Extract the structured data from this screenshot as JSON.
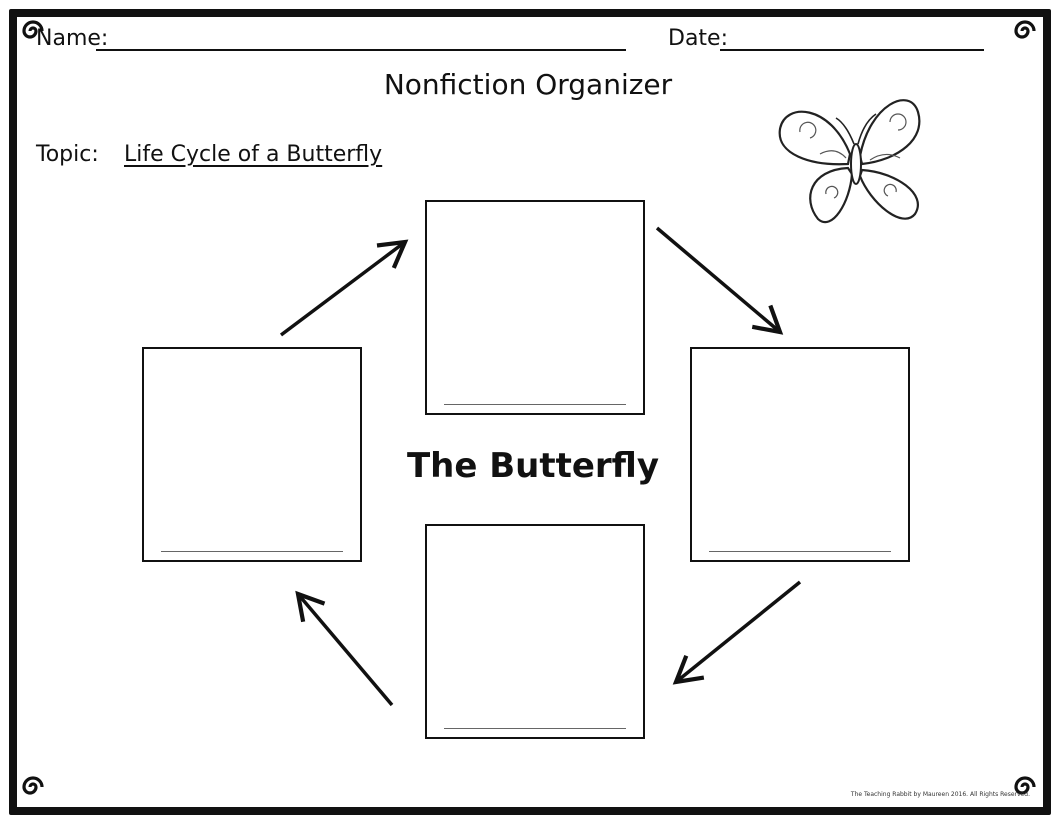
{
  "header": {
    "name_label": "Name:",
    "date_label": "Date:"
  },
  "title": "Nonfiction Organizer",
  "topic": {
    "label": "Topic:",
    "value": "Life Cycle of a Butterfly"
  },
  "center_label": "The Butterfly",
  "footer": "The Teaching Rabbit by Maureen 2016. All Rights Reserved.",
  "stages": [
    {
      "position": "top",
      "answer": ""
    },
    {
      "position": "right",
      "answer": ""
    },
    {
      "position": "bottom",
      "answer": ""
    },
    {
      "position": "left",
      "answer": ""
    }
  ]
}
